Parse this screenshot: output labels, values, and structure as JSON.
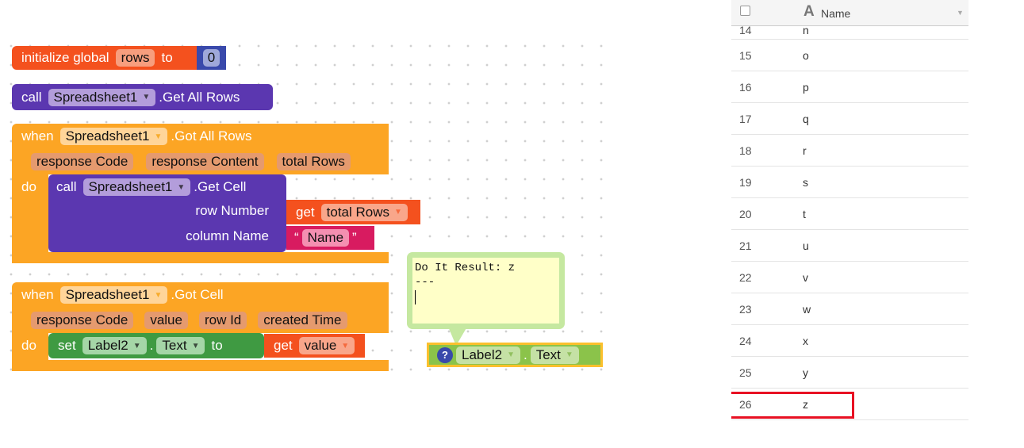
{
  "blocks": {
    "init": {
      "kw": "initialize global",
      "var": "rows",
      "to": "to",
      "value": "0"
    },
    "get_all": {
      "call": "call",
      "component": "Spreadsheet1",
      "method": ".Get All Rows"
    },
    "got_all": {
      "when": "when",
      "component": "Spreadsheet1",
      "event": ".Got All Rows",
      "params": [
        "response Code",
        "response Content",
        "total Rows"
      ],
      "do": "do",
      "call": "call",
      "call_component": "Spreadsheet1",
      "call_method": ".Get Cell",
      "arg1": "row Number",
      "arg2": "column Name",
      "get": "get",
      "get_var": "total Rows",
      "open_quote": "“",
      "text": "Name",
      "close_quote": "”"
    },
    "got_cell": {
      "when": "when",
      "component": "Spreadsheet1",
      "event": ".Got Cell",
      "params": [
        "response Code",
        "value",
        "row Id",
        "created Time"
      ],
      "do": "do",
      "set": "set",
      "set_component": "Label2",
      "dot": ".",
      "set_prop": "Text",
      "to": "to",
      "get": "get",
      "get_var": "value"
    },
    "getter": {
      "component": "Label2",
      "dot": ".",
      "prop": "Text",
      "help": "?"
    }
  },
  "comment": {
    "text": "Do It Result: z\n---"
  },
  "table": {
    "header": "Name",
    "partial_row": {
      "n": "14",
      "v": "n"
    },
    "rows": [
      {
        "n": "15",
        "v": "o"
      },
      {
        "n": "16",
        "v": "p"
      },
      {
        "n": "17",
        "v": "q"
      },
      {
        "n": "18",
        "v": "r"
      },
      {
        "n": "19",
        "v": "s"
      },
      {
        "n": "20",
        "v": "t"
      },
      {
        "n": "21",
        "v": "u"
      },
      {
        "n": "22",
        "v": "v"
      },
      {
        "n": "23",
        "v": "w"
      },
      {
        "n": "24",
        "v": "x"
      },
      {
        "n": "25",
        "v": "y"
      },
      {
        "n": "26",
        "v": "z"
      }
    ],
    "highlight_color": "#e81123"
  }
}
